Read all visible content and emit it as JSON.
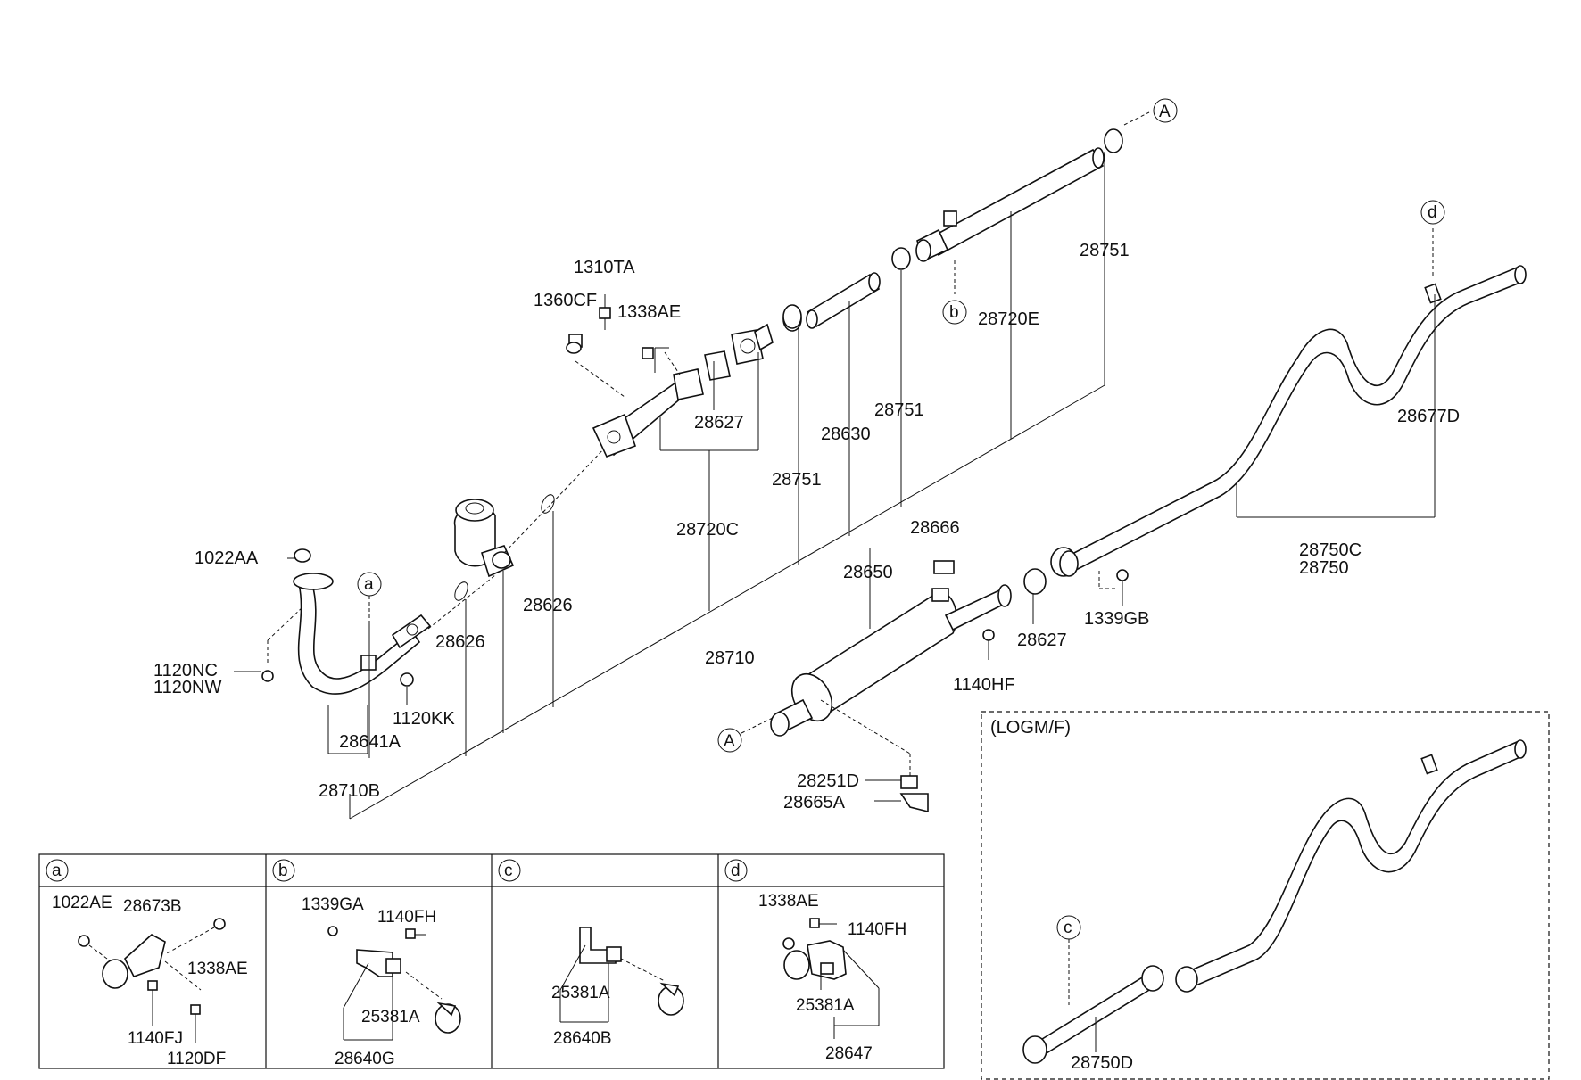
{
  "labels": {
    "p1310TA": "1310TA",
    "p1360CF": "1360CF",
    "p1338AE_top": "1338AE",
    "p28627_top": "28627",
    "p28630": "28630",
    "p28751_a": "28751",
    "p28751_b": "28751",
    "p28751_c": "28751",
    "p28720E": "28720E",
    "p28720C": "28720C",
    "p28710": "28710",
    "p28626_a": "28626",
    "p28626_b": "28626",
    "p1022AA": "1022AA",
    "p1120NC": "1120NC",
    "p1120NW": "1120NW",
    "p1120KK": "1120KK",
    "p28641A": "28641A",
    "p28710B": "28710B",
    "p28666": "28666",
    "p28650": "28650",
    "p28627_mid": "28627",
    "p1339GB": "1339GB",
    "p1140HF": "1140HF",
    "p28251D": "28251D",
    "p28665A": "28665A",
    "p28677D": "28677D",
    "p28750C": "28750C",
    "p28750": "28750",
    "logm_title": "(LOGM/F)",
    "p28750D": "28750D"
  },
  "callouts": {
    "A_top": "A",
    "A_bottom": "A",
    "a": "a",
    "b": "b",
    "c_logm": "c",
    "d": "d"
  },
  "detail_panels": [
    {
      "tag": "a",
      "parts": [
        "1022AE",
        "28673B",
        "1338AE",
        "1140FJ",
        "1120DF"
      ]
    },
    {
      "tag": "b",
      "parts": [
        "1339GA",
        "1140FH",
        "25381A",
        "28640G"
      ]
    },
    {
      "tag": "c",
      "parts": [
        "25381A",
        "28640B"
      ]
    },
    {
      "tag": "d",
      "parts": [
        "1338AE",
        "1140FH",
        "25381A",
        "28647"
      ]
    }
  ]
}
